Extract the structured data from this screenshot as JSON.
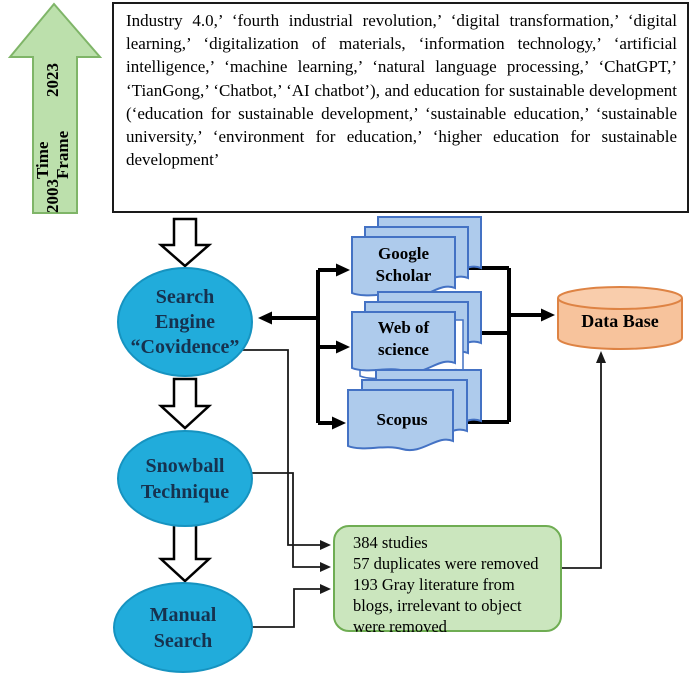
{
  "timeframe": {
    "start_year": "2003",
    "label": "Time Frame",
    "end_year": "2023"
  },
  "search_terms": "Industry 4.0,’ ‘fourth industrial revolution,’ ‘digital transformation,’ ‘digital learning,’ ‘digitalization of materials, ‘information technology,’ ‘artificial intelligence,’ ‘machine learning,’ ‘natural language processing,’ ‘ChatGPT,’ ‘TianGong,’ ‘Chatbot,’ ‘AI chatbot’), and education for sustainable development (‘education for sustainable development,’ ‘sustainable education,’ ‘sustainable university,’ ‘environment for education,’ ‘higher education for sustainable development’",
  "nodes": {
    "covidence": "Search\nEngine\n“Covidence”",
    "snowball": "Snowball\nTechnique",
    "manual": "Manual\nSearch",
    "google_scholar": "Google\nScholar",
    "web_of_science": "Web of\nscience",
    "scopus": "Scopus",
    "database": "Data Base",
    "results": "384 studies\n57 duplicates were removed\n193 Gray literature from\nblogs, irrelevant to object\nwere removed"
  },
  "colors": {
    "cyan_node": "#21ACDB",
    "cyan_border": "#1693C0",
    "node_text": "#16324F",
    "doc_fill": "#AECBEC",
    "doc_border": "#4472C4",
    "db_fill": "#F7C39C",
    "db_top_fill": "#F9CDAC",
    "db_border": "#DE8344",
    "green_box_fill": "#CBE6BE",
    "green_box_border": "#6FAD53",
    "timeframe_fill": "#BCE0AC",
    "timeframe_border": "#7FB568",
    "connector": "#000000"
  }
}
